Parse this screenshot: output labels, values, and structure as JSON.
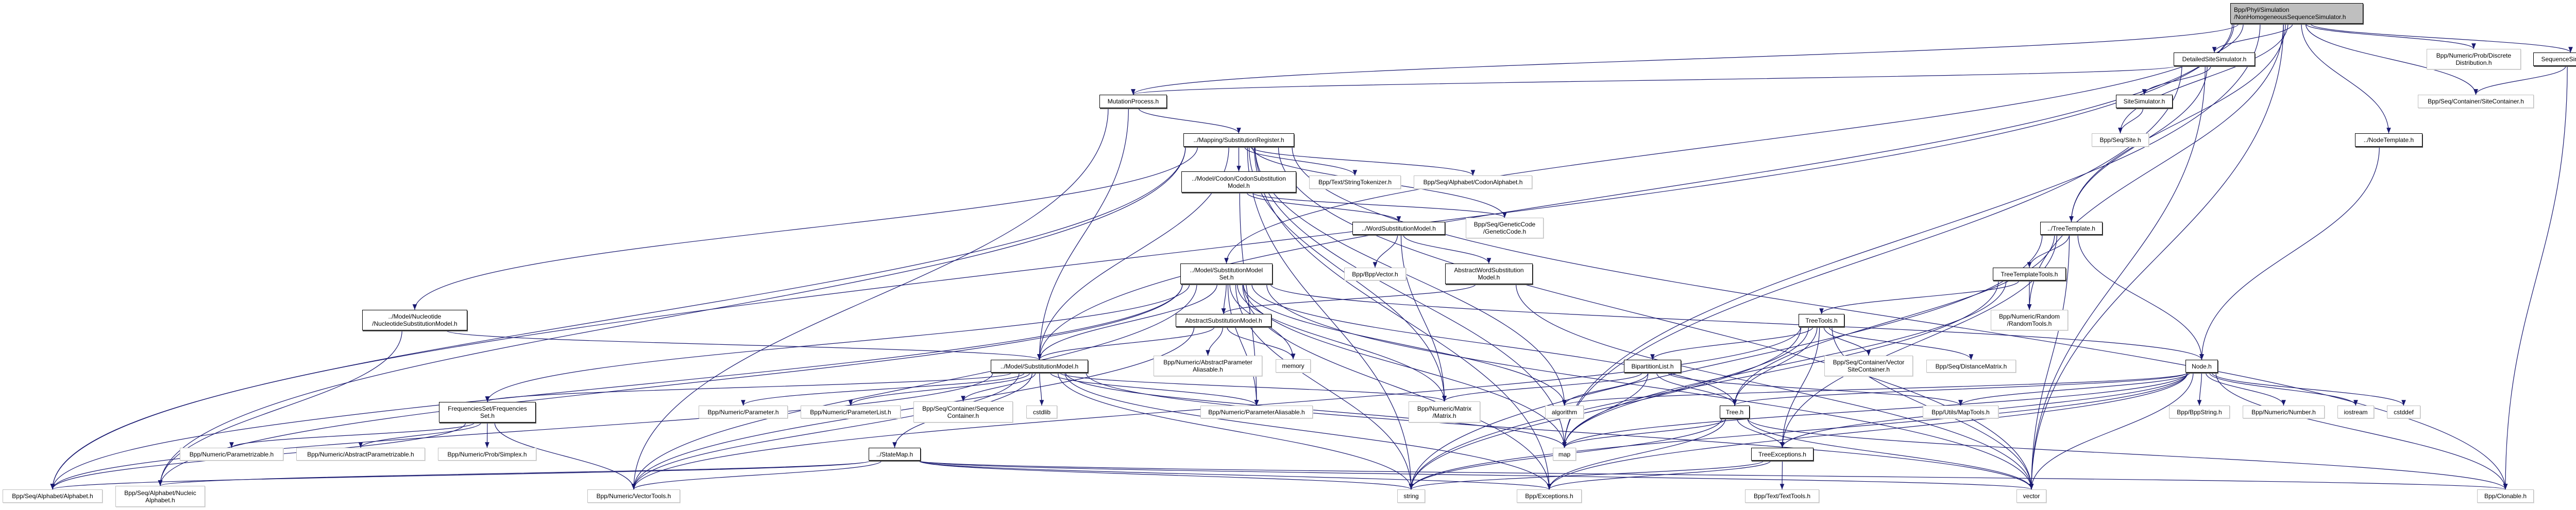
{
  "graph": {
    "edge_color": "#191970",
    "root_fill": "#bfbfbf",
    "nodes": [
      {
        "name": "Bpp/Phyl/Simulation/NonHomogeneousSequenceSimulator.h",
        "lines": [
          "Bpp/Phyl/Simulation",
          "/NonHomogeneousSequenceSimulator.h"
        ],
        "kind": "root"
      },
      {
        "name": "DetailedSiteSimulator.h",
        "lines": [
          "DetailedSiteSimulator.h"
        ],
        "kind": "local"
      },
      {
        "name": "Bpp/Numeric/Prob/DiscreteDistribution.h",
        "lines": [
          "Bpp/Numeric/Prob/Discrete",
          "Distribution.h"
        ],
        "kind": "external"
      },
      {
        "name": "SequenceSimulator.h",
        "lines": [
          "SequenceSimulator.h"
        ],
        "kind": "local"
      },
      {
        "name": "SiteSimulator.h",
        "lines": [
          "SiteSimulator.h"
        ],
        "kind": "local"
      },
      {
        "name": "Bpp/Seq/Container/SiteContainer.h",
        "lines": [
          "Bpp/Seq/Container/SiteContainer.h"
        ],
        "kind": "external"
      },
      {
        "name": "Bpp/Seq/Site.h",
        "lines": [
          "Bpp/Seq/Site.h"
        ],
        "kind": "external"
      },
      {
        "name": "../NodeTemplate.h",
        "lines": [
          "../NodeTemplate.h"
        ],
        "kind": "local"
      },
      {
        "name": "MutationProcess.h",
        "lines": [
          "MutationProcess.h"
        ],
        "kind": "local"
      },
      {
        "name": "../Mapping/SubstitutionRegister.h",
        "lines": [
          "../Mapping/SubstitutionRegister.h"
        ],
        "kind": "local"
      },
      {
        "name": "../Model/Codon/CodonSubstitutionModel.h",
        "lines": [
          "../Model/Codon/CodonSubstitution",
          "Model.h"
        ],
        "kind": "local"
      },
      {
        "name": "Bpp/Text/StringTokenizer.h",
        "lines": [
          "Bpp/Text/StringTokenizer.h"
        ],
        "kind": "external"
      },
      {
        "name": "Bpp/Seq/Alphabet/CodonAlphabet.h",
        "lines": [
          "Bpp/Seq/Alphabet/CodonAlphabet.h"
        ],
        "kind": "external"
      },
      {
        "name": "Bpp/Seq/GeneticCode/GeneticCode.h",
        "lines": [
          "Bpp/Seq/GeneticCode",
          "/GeneticCode.h"
        ],
        "kind": "external"
      },
      {
        "name": "../WordSubstitutionModel.h",
        "lines": [
          "../WordSubstitutionModel.h"
        ],
        "kind": "local"
      },
      {
        "name": "Bpp/BppVector.h",
        "lines": [
          "Bpp/BppVector.h"
        ],
        "kind": "external"
      },
      {
        "name": "AbstractWordSubstitutionModel.h",
        "lines": [
          "AbstractWordSubstitution",
          "Model.h"
        ],
        "kind": "local"
      },
      {
        "name": "../TreeTemplate.h",
        "lines": [
          "../TreeTemplate.h"
        ],
        "kind": "local"
      },
      {
        "name": "TreeTemplateTools.h",
        "lines": [
          "TreeTemplateTools.h"
        ],
        "kind": "local"
      },
      {
        "name": "Bpp/Numeric/Random/RandomTools.h",
        "lines": [
          "Bpp/Numeric/Random",
          "/RandomTools.h"
        ],
        "kind": "external"
      },
      {
        "name": "../Model/SubstitutionModelSet.h",
        "lines": [
          "../Model/SubstitutionModel",
          "Set.h"
        ],
        "kind": "local"
      },
      {
        "name": "../Model/Nucleotide/NucleotideSubstitutionModel.h",
        "lines": [
          "../Model/Nucleotide",
          "/NucleotideSubstitutionModel.h"
        ],
        "kind": "local"
      },
      {
        "name": "AbstractSubstitutionModel.h",
        "lines": [
          "AbstractSubstitutionModel.h"
        ],
        "kind": "local"
      },
      {
        "name": "TreeTools.h",
        "lines": [
          "TreeTools.h"
        ],
        "kind": "local"
      },
      {
        "name": "../Model/SubstitutionModel.h",
        "lines": [
          "../Model/SubstitutionModel.h"
        ],
        "kind": "local"
      },
      {
        "name": "Bpp/Numeric/AbstractParameterAliasable.h",
        "lines": [
          "Bpp/Numeric/AbstractParameter",
          "Aliasable.h"
        ],
        "kind": "external"
      },
      {
        "name": "memory",
        "lines": [
          "memory"
        ],
        "kind": "external"
      },
      {
        "name": "BipartitionList.h",
        "lines": [
          "BipartitionList.h"
        ],
        "kind": "local"
      },
      {
        "name": "Bpp/Seq/Container/VectorSiteContainer.h",
        "lines": [
          "Bpp/Seq/Container/Vector",
          "SiteContainer.h"
        ],
        "kind": "external"
      },
      {
        "name": "Bpp/Seq/DistanceMatrix.h",
        "lines": [
          "Bpp/Seq/DistanceMatrix.h"
        ],
        "kind": "external"
      },
      {
        "name": "Node.h",
        "lines": [
          "Node.h"
        ],
        "kind": "local"
      },
      {
        "name": "FrequenciesSet/FrequenciesSet.h",
        "lines": [
          "FrequenciesSet/Frequencies",
          "Set.h"
        ],
        "kind": "local"
      },
      {
        "name": "Bpp/Numeric/Parameter.h",
        "lines": [
          "Bpp/Numeric/Parameter.h"
        ],
        "kind": "external"
      },
      {
        "name": "Bpp/Numeric/ParameterList.h",
        "lines": [
          "Bpp/Numeric/ParameterList.h"
        ],
        "kind": "external"
      },
      {
        "name": "Bpp/Seq/Container/SequenceContainer.h",
        "lines": [
          "Bpp/Seq/Container/Sequence",
          "Container.h"
        ],
        "kind": "external"
      },
      {
        "name": "cstdlib",
        "lines": [
          "cstdlib"
        ],
        "kind": "external"
      },
      {
        "name": "Bpp/Numeric/ParameterAliasable.h",
        "lines": [
          "Bpp/Numeric/ParameterAliasable.h"
        ],
        "kind": "external"
      },
      {
        "name": "Bpp/Numeric/Matrix/Matrix.h",
        "lines": [
          "Bpp/Numeric/Matrix",
          "/Matrix.h"
        ],
        "kind": "external"
      },
      {
        "name": "algorithm",
        "lines": [
          "algorithm"
        ],
        "kind": "external"
      },
      {
        "name": "Tree.h",
        "lines": [
          "Tree.h"
        ],
        "kind": "local"
      },
      {
        "name": "Bpp/Utils/MapTools.h",
        "lines": [
          "Bpp/Utils/MapTools.h"
        ],
        "kind": "external"
      },
      {
        "name": "Bpp/BppString.h",
        "lines": [
          "Bpp/BppString.h"
        ],
        "kind": "external"
      },
      {
        "name": "Bpp/Numeric/Number.h",
        "lines": [
          "Bpp/Numeric/Number.h"
        ],
        "kind": "external"
      },
      {
        "name": "iostream",
        "lines": [
          "iostream"
        ],
        "kind": "external"
      },
      {
        "name": "cstddef",
        "lines": [
          "cstddef"
        ],
        "kind": "external"
      },
      {
        "name": "Bpp/Numeric/Parametrizable.h",
        "lines": [
          "Bpp/Numeric/Parametrizable.h"
        ],
        "kind": "external"
      },
      {
        "name": "Bpp/Numeric/AbstractParametrizable.h",
        "lines": [
          "Bpp/Numeric/AbstractParametrizable.h"
        ],
        "kind": "external"
      },
      {
        "name": "Bpp/Numeric/Prob/Simplex.h",
        "lines": [
          "Bpp/Numeric/Prob/Simplex.h"
        ],
        "kind": "external"
      },
      {
        "name": "../StateMap.h",
        "lines": [
          "../StateMap.h"
        ],
        "kind": "local"
      },
      {
        "name": "map",
        "lines": [
          "map"
        ],
        "kind": "external"
      },
      {
        "name": "TreeExceptions.h",
        "lines": [
          "TreeExceptions.h"
        ],
        "kind": "local"
      },
      {
        "name": "Bpp/Seq/Alphabet/Alphabet.h",
        "lines": [
          "Bpp/Seq/Alphabet/Alphabet.h"
        ],
        "kind": "external"
      },
      {
        "name": "Bpp/Seq/Alphabet/NucleicAlphabet.h",
        "lines": [
          "Bpp/Seq/Alphabet/Nucleic",
          "Alphabet.h"
        ],
        "kind": "external"
      },
      {
        "name": "Bpp/Numeric/VectorTools.h",
        "lines": [
          "Bpp/Numeric/VectorTools.h"
        ],
        "kind": "external"
      },
      {
        "name": "string",
        "lines": [
          "string"
        ],
        "kind": "external"
      },
      {
        "name": "Bpp/Exceptions.h",
        "lines": [
          "Bpp/Exceptions.h"
        ],
        "kind": "external"
      },
      {
        "name": "Bpp/Text/TextTools.h",
        "lines": [
          "Bpp/Text/TextTools.h"
        ],
        "kind": "external"
      },
      {
        "name": "vector",
        "lines": [
          "vector"
        ],
        "kind": "external"
      },
      {
        "name": "Bpp/Clonable.h",
        "lines": [
          "Bpp/Clonable.h"
        ],
        "kind": "external"
      }
    ],
    "edges": [
      {
        "from": "Bpp/Phyl/Simulation/NonHomogeneousSequenceSimulator.h",
        "to": [
          "DetailedSiteSimulator.h",
          "Bpp/Numeric/Prob/DiscreteDistribution.h",
          "SequenceSimulator.h",
          "Bpp/Seq/Container/SiteContainer.h",
          "../NodeTemplate.h",
          "Bpp/Seq/Site.h",
          "../TreeTemplate.h",
          "MutationProcess.h",
          "../Model/SubstitutionModelSet.h",
          "../Model/SubstitutionModel.h",
          "Bpp/Seq/Alphabet/Alphabet.h",
          "Bpp/Numeric/Random/RandomTools.h",
          "map",
          "vector"
        ]
      },
      {
        "from": "DetailedSiteSimulator.h",
        "to": [
          "SiteSimulator.h",
          "../TreeTemplate.h",
          "MutationProcess.h",
          "vector",
          "map"
        ]
      },
      {
        "from": "SiteSimulator.h",
        "to": [
          "Bpp/Seq/Site.h"
        ]
      },
      {
        "from": "SequenceSimulator.h",
        "to": [
          "Bpp/Seq/Container/SiteContainer.h",
          "Bpp/Clonable.h"
        ]
      },
      {
        "from": "../NodeTemplate.h",
        "to": [
          "Node.h"
        ]
      },
      {
        "from": "MutationProcess.h",
        "to": [
          "../Mapping/SubstitutionRegister.h",
          "../Model/SubstitutionModel.h",
          "Bpp/Numeric/VectorTools.h"
        ]
      },
      {
        "from": "../Mapping/SubstitutionRegister.h",
        "to": [
          "../Model/SubstitutionModel.h",
          "../Model/Codon/CodonSubstitutionModel.h",
          "Bpp/Text/StringTokenizer.h",
          "Bpp/Seq/Alphabet/CodonAlphabet.h",
          "Bpp/Seq/GeneticCode/GeneticCode.h",
          "../Model/Nucleotide/NucleotideSubstitutionModel.h",
          "Bpp/Seq/Alphabet/NucleicAlphabet.h",
          "Bpp/Seq/Alphabet/Alphabet.h",
          "string",
          "Bpp/Numeric/Matrix/Matrix.h",
          "algorithm",
          "vector",
          "Bpp/Clonable.h",
          "map",
          "Bpp/Exceptions.h"
        ]
      },
      {
        "from": "../Model/Codon/CodonSubstitutionModel.h",
        "to": [
          "../WordSubstitutionModel.h",
          "Bpp/Seq/GeneticCode/GeneticCode.h",
          "Bpp/Numeric/ParameterAliasable.h"
        ]
      },
      {
        "from": "../WordSubstitutionModel.h",
        "to": [
          "Bpp/BppVector.h",
          "AbstractWordSubstitutionModel.h",
          "Bpp/Numeric/Matrix/Matrix.h"
        ]
      },
      {
        "from": "AbstractWordSubstitutionModel.h",
        "to": [
          "AbstractSubstitutionModel.h",
          "vector"
        ]
      },
      {
        "from": "../Model/SubstitutionModelSet.h",
        "to": [
          "../Model/SubstitutionModel.h",
          "AbstractSubstitutionModel.h",
          "memory",
          "FrequenciesSet/FrequenciesSet.h",
          "Bpp/Seq/Alphabet/Alphabet.h",
          "Bpp/Seq/Alphabet/NucleicAlphabet.h",
          "Bpp/Numeric/VectorTools.h",
          "Tree.h",
          "Bpp/Numeric/Matrix/Matrix.h",
          "algorithm",
          "map",
          "string",
          "vector",
          "Bpp/Exceptions.h",
          "Bpp/Numeric/ParameterAliasable.h",
          "Node.h"
        ]
      },
      {
        "from": "AbstractSubstitutionModel.h",
        "to": [
          "../Model/SubstitutionModel.h",
          "Bpp/Numeric/AbstractParameterAliasable.h",
          "memory",
          "Bpp/Numeric/VectorTools.h"
        ]
      },
      {
        "from": "../Model/Nucleotide/NucleotideSubstitutionModel.h",
        "to": [
          "../Model/SubstitutionModel.h",
          "Bpp/Seq/Alphabet/NucleicAlphabet.h"
        ]
      },
      {
        "from": "../Model/SubstitutionModel.h",
        "to": [
          "Bpp/Numeric/Parameter.h",
          "Bpp/Numeric/ParameterList.h",
          "Bpp/Seq/Container/SequenceContainer.h",
          "cstdlib",
          "Bpp/Numeric/ParameterAliasable.h",
          "../StateMap.h",
          "FrequenciesSet/FrequenciesSet.h",
          "Bpp/Seq/Alphabet/Alphabet.h",
          "Bpp/Numeric/VectorTools.h",
          "Bpp/Numeric/Matrix/Matrix.h",
          "string",
          "Bpp/Exceptions.h",
          "map",
          "vector"
        ]
      },
      {
        "from": "FrequenciesSet/FrequenciesSet.h",
        "to": [
          "Bpp/Numeric/Parametrizable.h",
          "Bpp/Numeric/AbstractParametrizable.h",
          "Bpp/Numeric/Prob/Simplex.h",
          "Bpp/Numeric/VectorTools.h",
          "Bpp/Seq/Alphabet/Alphabet.h"
        ]
      },
      {
        "from": "../StateMap.h",
        "to": [
          "Bpp/Seq/Alphabet/Alphabet.h",
          "Bpp/Seq/Alphabet/NucleicAlphabet.h",
          "Bpp/Numeric/VectorTools.h",
          "string",
          "vector",
          "Bpp/Clonable.h",
          "Bpp/Exceptions.h"
        ]
      },
      {
        "from": "../TreeTemplate.h",
        "to": [
          "TreeTemplateTools.h",
          "vector",
          "Tree.h",
          "TreeExceptions.h",
          "Node.h",
          "string"
        ]
      },
      {
        "from": "TreeTemplateTools.h",
        "to": [
          "Bpp/Numeric/Random/RandomTools.h",
          "TreeTools.h",
          "map",
          "string"
        ]
      },
      {
        "from": "TreeTools.h",
        "to": [
          "BipartitionList.h",
          "Bpp/Seq/Container/VectorSiteContainer.h",
          "Bpp/Seq/DistanceMatrix.h",
          "Tree.h",
          "TreeExceptions.h",
          "map",
          "string",
          "vector",
          "Bpp/Numeric/VectorTools.h"
        ]
      },
      {
        "from": "BipartitionList.h",
        "to": [
          "Tree.h",
          "Bpp/Numeric/Matrix/Matrix.h",
          "algorithm",
          "map",
          "Bpp/Utils/MapTools.h"
        ]
      },
      {
        "from": "Tree.h",
        "to": [
          "TreeExceptions.h",
          "map",
          "string",
          "vector",
          "Bpp/Clonable.h",
          "Bpp/Exceptions.h"
        ]
      },
      {
        "from": "TreeExceptions.h",
        "to": [
          "Bpp/Text/TextTools.h",
          "Bpp/Exceptions.h",
          "string"
        ]
      },
      {
        "from": "Node.h",
        "to": [
          "Bpp/BppString.h",
          "Bpp/Numeric/Number.h",
          "iostream",
          "cstddef",
          "Bpp/Clonable.h",
          "vector",
          "string",
          "Bpp/Utils/MapTools.h",
          "Tree.h",
          "TreeExceptions.h",
          "algorithm",
          "map",
          "Bpp/Exceptions.h"
        ]
      }
    ]
  }
}
